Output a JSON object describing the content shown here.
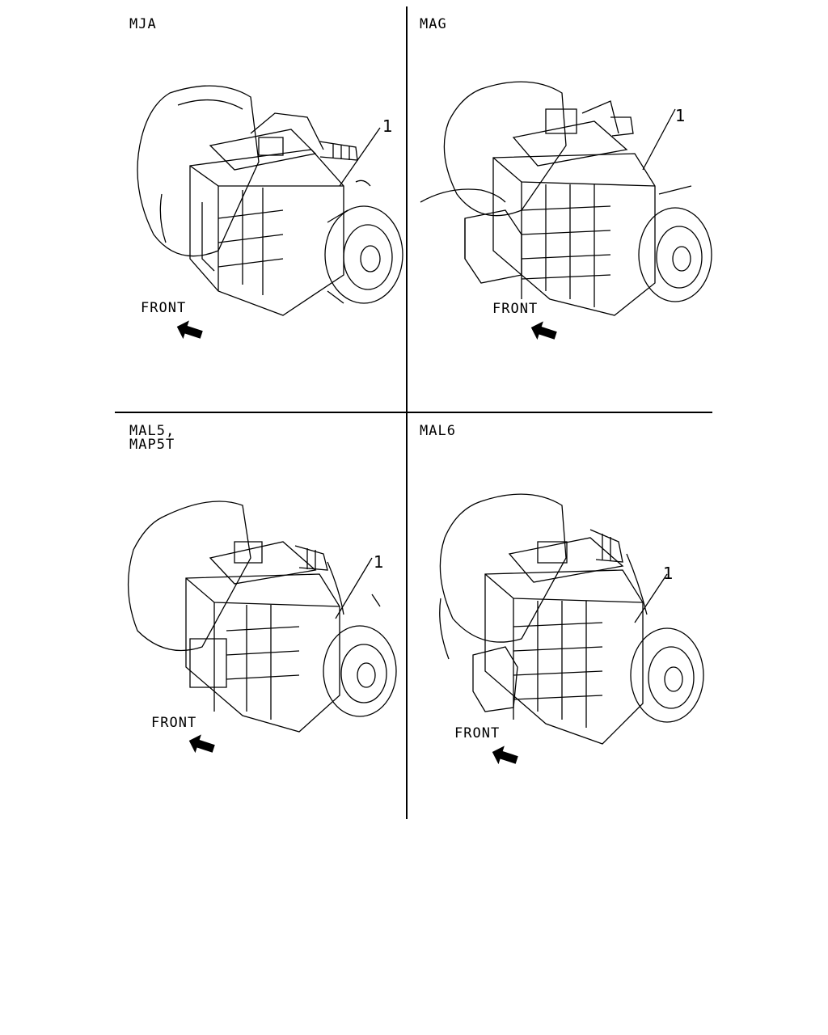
{
  "panels": [
    {
      "model": "MJA",
      "front": "FRONT",
      "callout": "1"
    },
    {
      "model": "MAG",
      "front": "FRONT",
      "callout": "1"
    },
    {
      "model": "MAL5,\nMAP5T",
      "front": "FRONT",
      "callout": "1"
    },
    {
      "model": "MAL6",
      "front": "FRONT",
      "callout": "1"
    }
  ]
}
